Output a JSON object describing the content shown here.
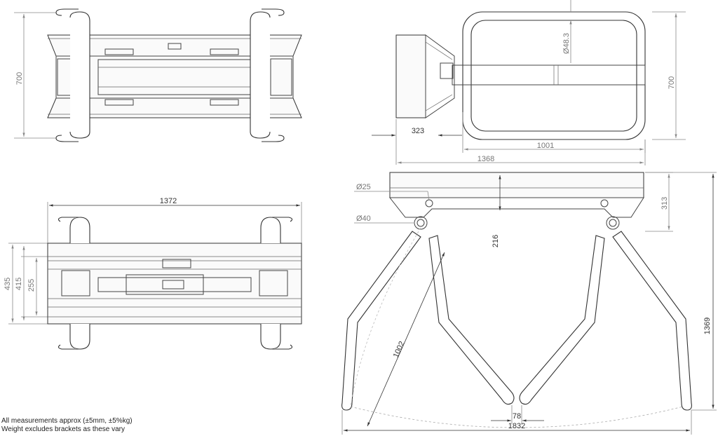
{
  "dimensions": {
    "top_left_height": "700",
    "tube_diameter": "Ø48.3",
    "side_height": "700",
    "side_depth": "323",
    "side_inner_width": "1001",
    "side_total_width": "1368",
    "plan_width": "1372",
    "plan_435": "435",
    "plan_415": "415",
    "plan_255": "255",
    "pin_25": "Ø25",
    "pin_40": "Ø40",
    "front_313": "313",
    "front_216": "216",
    "arm_1002": "1002",
    "gap_78": "78",
    "open_width": "1832",
    "front_height": "1369"
  },
  "notes": {
    "line1": "All measurements approx (±5mm, ±5%kg)",
    "line2": "Weight excludes brackets as these vary"
  }
}
